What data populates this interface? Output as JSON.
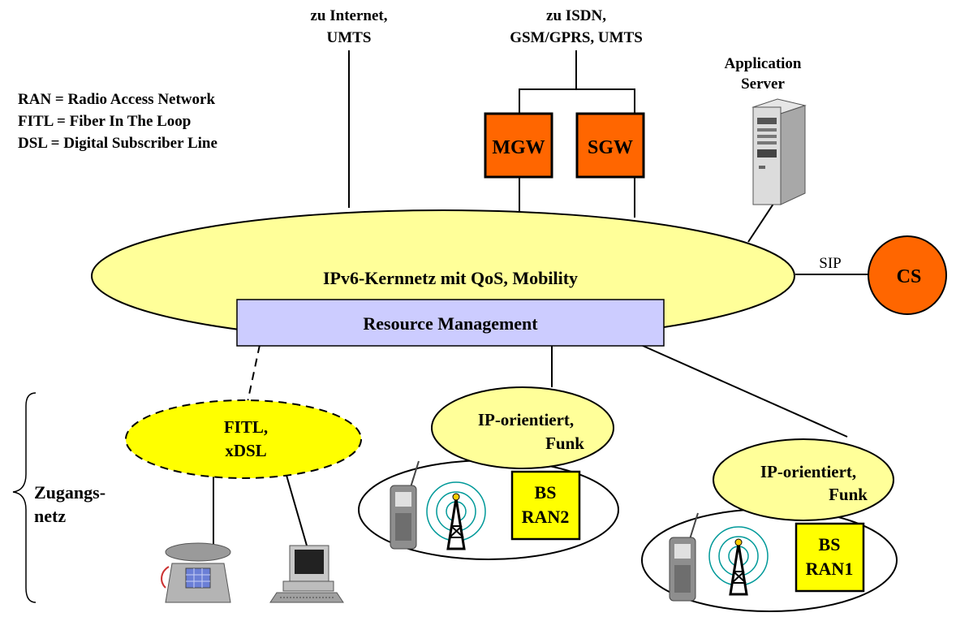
{
  "legend": {
    "ran": "RAN = Radio Access Network",
    "fitl": "FITL = Fiber In The Loop",
    "dsl": "DSL = Digital Subscriber Line"
  },
  "external": {
    "internet_line1": "zu Internet,",
    "internet_line2": "UMTS",
    "isdn_line1": "zu ISDN,",
    "isdn_line2": "GSM/GPRS, UMTS"
  },
  "gateways": {
    "mgw": "MGW",
    "sgw": "SGW"
  },
  "app_server": {
    "line1": "Application",
    "line2": "Server"
  },
  "core": {
    "label": "IPv6-Kernnetz mit QoS, Mobility"
  },
  "resource_management": {
    "label": "Resource Management"
  },
  "sip": {
    "label": "SIP"
  },
  "cs": {
    "label": "CS"
  },
  "access": {
    "label_line1": "Zugangs-",
    "label_line2": "netz",
    "fitl_line1": "FITL,",
    "fitl_line2": "xDSL",
    "ip_mid_line1": "IP-orientiert,",
    "ip_mid_line2": "Funk",
    "ip_right_line1": "IP-orientiert,",
    "ip_right_line2": "Funk",
    "bs2_line1": "BS",
    "bs2_line2": "RAN2",
    "bs1_line1": "BS",
    "bs1_line2": "RAN1"
  },
  "colors": {
    "core_fill": "#ffff99",
    "access_fill": "#ffff00",
    "gateway_fill": "#ff6600",
    "rm_fill": "#ccccff",
    "bs_fill": "#ffff00",
    "antenna_waves": "#009999"
  }
}
